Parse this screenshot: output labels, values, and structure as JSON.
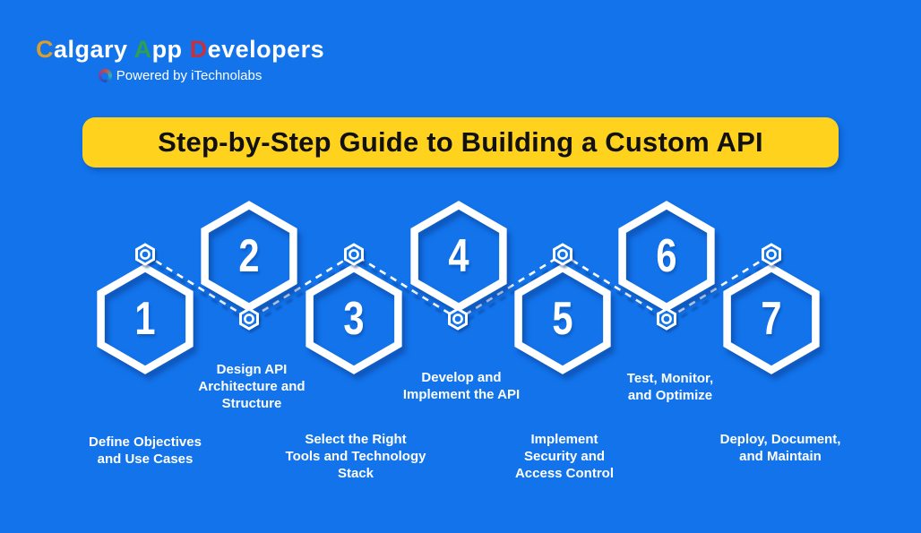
{
  "logo": {
    "name_parts": {
      "c": "C",
      "algary": "algary",
      "a": "A",
      "pp": "pp",
      "d": "D",
      "evelopers": "evelopers"
    },
    "powered_by": "Powered by iTechnolabs"
  },
  "banner": {
    "title": "Step-by-Step Guide to Building a Custom API"
  },
  "steps": [
    {
      "number": "1",
      "lines": [
        "Define Objectives",
        "and Use Cases"
      ]
    },
    {
      "number": "2",
      "lines": [
        "Design API",
        "Architecture and",
        "Structure"
      ]
    },
    {
      "number": "3",
      "lines": [
        "Select the Right",
        "Tools and Technology",
        "Stack"
      ]
    },
    {
      "number": "4",
      "lines": [
        "Develop and",
        "Implement the API"
      ]
    },
    {
      "number": "5",
      "lines": [
        "Implement",
        "Security and",
        "Access Control"
      ]
    },
    {
      "number": "6",
      "lines": [
        "Test, Monitor,",
        "and Optimize"
      ]
    },
    {
      "number": "7",
      "lines": [
        "Deploy, Document,",
        "and Maintain"
      ]
    }
  ],
  "colors": {
    "background": "#1273EB",
    "banner": "#FFD21E",
    "banner_text": "#111111",
    "hexagon": "#FFFFFF",
    "text": "#FFFFFF",
    "logo_c": "#D99E2B",
    "logo_a": "#2E9E50",
    "logo_d": "#C4323F"
  }
}
